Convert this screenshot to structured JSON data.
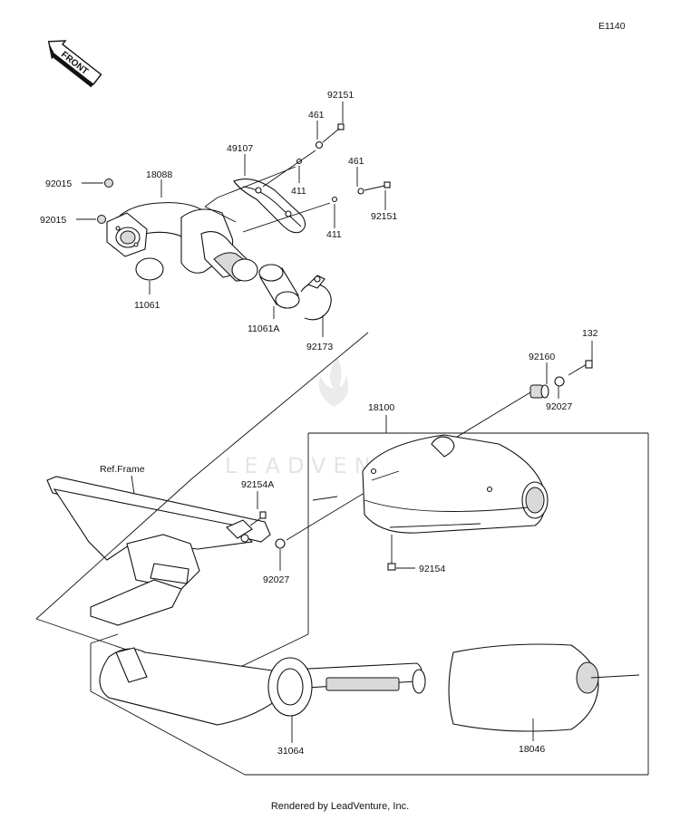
{
  "diagram_id": "E1140",
  "front_label": "FRONT",
  "ref_frame_label": "Ref.Frame",
  "watermark": "LEADVENTURE",
  "footer": "Rendered by LeadVenture, Inc.",
  "parts": {
    "p92151a": "92151",
    "p461a": "461",
    "p49107": "49107",
    "p411a": "411",
    "p461b": "461",
    "p18088": "18088",
    "p92015a": "92015",
    "p92015b": "92015",
    "p92151b": "92151",
    "p411b": "411",
    "p11061": "11061",
    "p11061A": "11061A",
    "p92173": "92173",
    "p132": "132",
    "p92160": "92160",
    "p92027a": "92027",
    "p18100": "18100",
    "p92154A": "92154A",
    "p92027b": "92027",
    "p92154": "92154",
    "p31064": "31064",
    "p18046": "18046"
  }
}
